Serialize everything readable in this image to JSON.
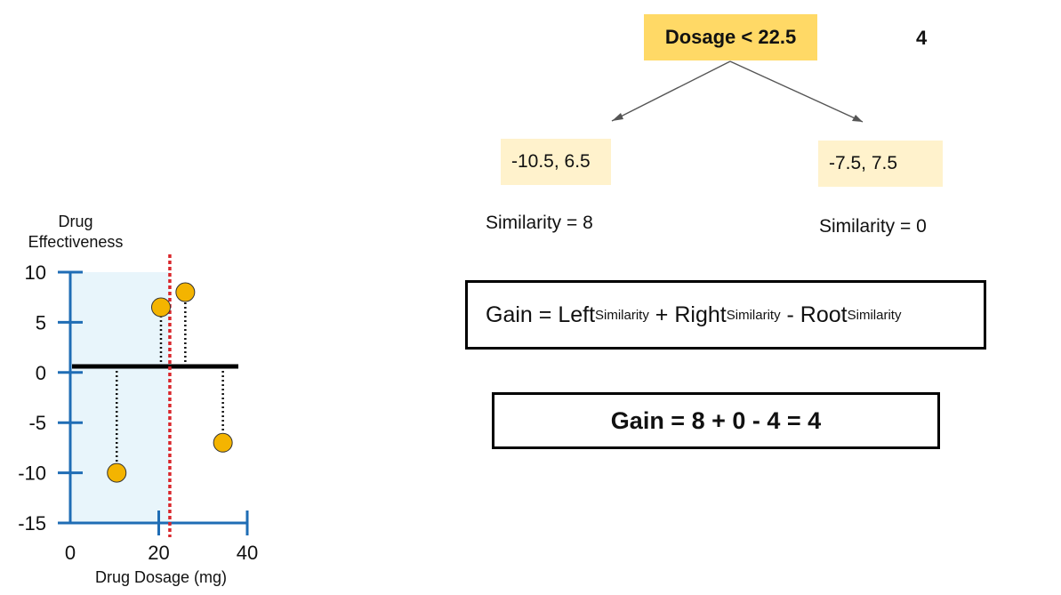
{
  "tree": {
    "root_label": "Dosage < 22.5",
    "root_similarity": "4",
    "left_leaf": "-10.5, 6.5",
    "right_leaf": "-7.5, 7.5",
    "left_similarity": "Similarity = 8",
    "right_similarity": "Similarity = 0",
    "node_color": "#ffd966",
    "leaf_color": "#fff2cc"
  },
  "formula": {
    "gain_label": "Gain = ",
    "left": "Left",
    "right": "Right",
    "root": "Root",
    "sub": "Similarity",
    "plus": " + ",
    "minus": " - "
  },
  "result": "Gain = 8 + 0 - 4 = 4",
  "chart_data": {
    "type": "scatter",
    "ylabel_line1": "Drug",
    "ylabel_line2": "Effectiveness",
    "xlabel": "Drug Dosage (mg)",
    "xlim": [
      0,
      40
    ],
    "ylim": [
      -15,
      10
    ],
    "xticks": [
      0,
      20,
      40
    ],
    "xtick_labels": [
      "0",
      "20",
      "40"
    ],
    "yticks": [
      10,
      5,
      0,
      -5,
      -10,
      -15
    ],
    "ytick_labels": [
      "10",
      "5",
      "0",
      "-5",
      "-10",
      "-15"
    ],
    "points": [
      {
        "x": 10.5,
        "y": -10
      },
      {
        "x": 20.5,
        "y": 6.5
      },
      {
        "x": 26,
        "y": 8
      },
      {
        "x": 34.5,
        "y": -7
      }
    ],
    "prediction_y": 0.6,
    "split_x": 22.5,
    "shaded_x_range": [
      0,
      22.5
    ],
    "point_color": "#f4b400",
    "split_color": "#d9262b",
    "shade_color": "#e8f5fb",
    "axis_color": "#1f6db5"
  }
}
